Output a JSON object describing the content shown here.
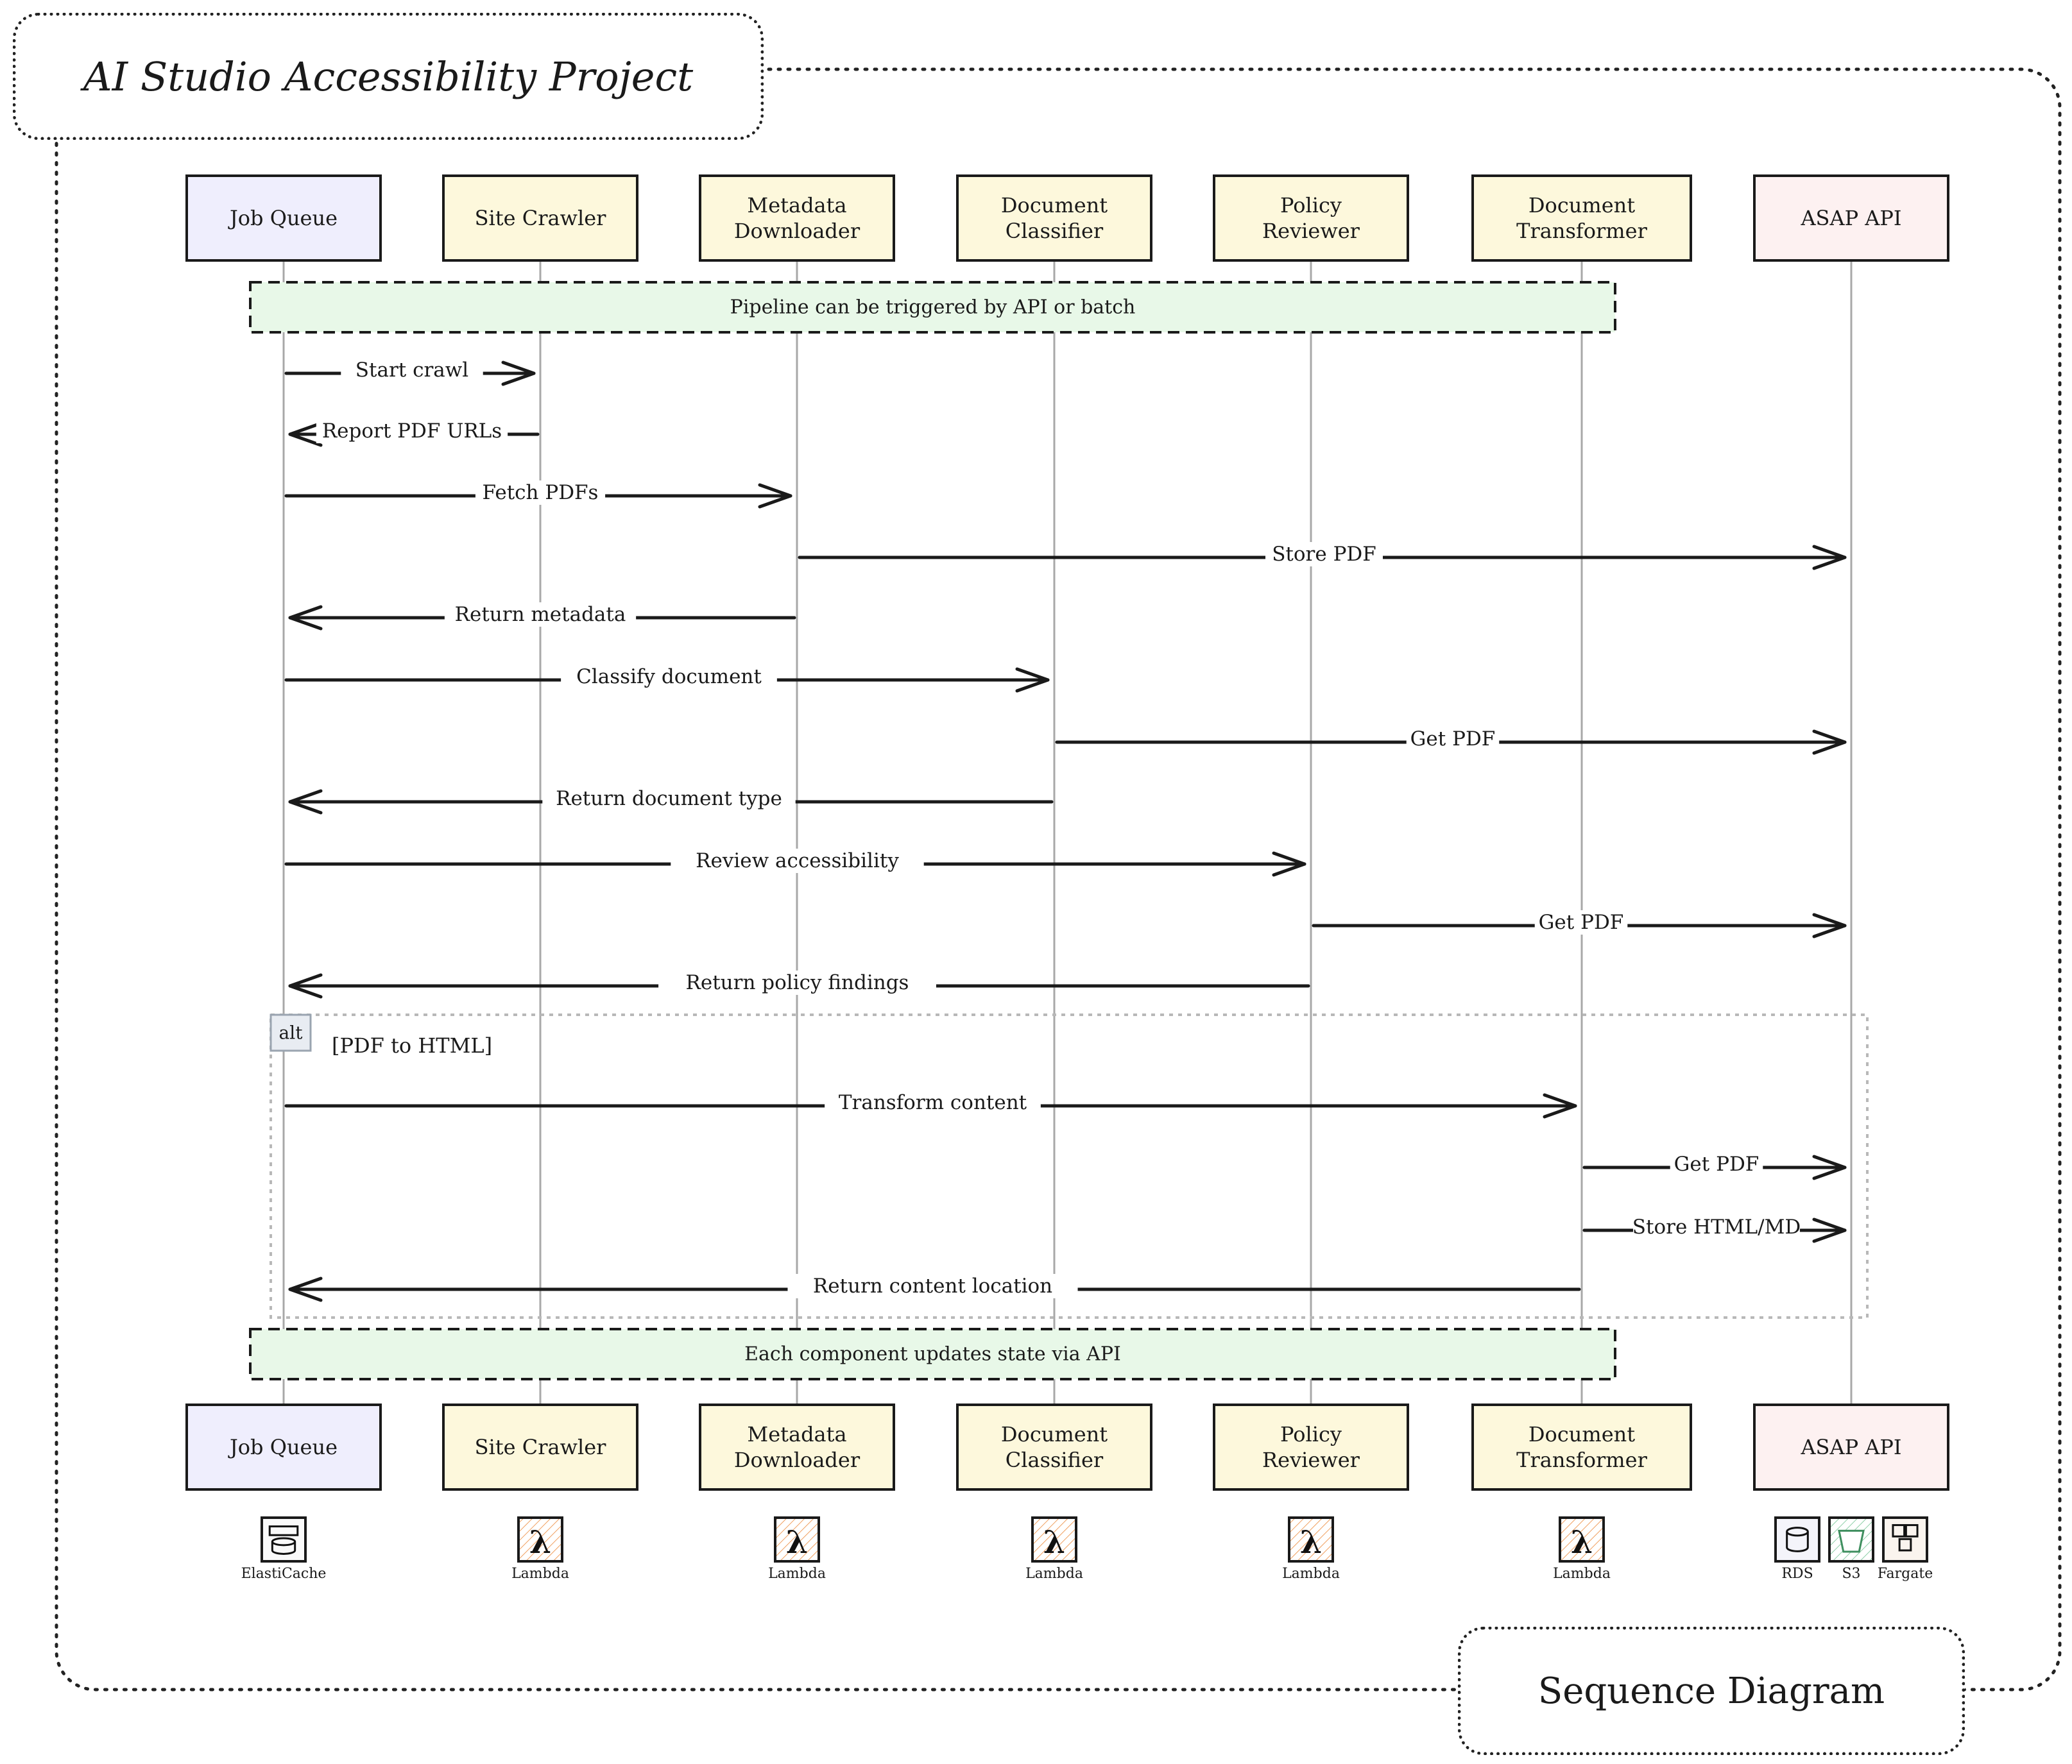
{
  "title": "AI Studio Accessibility Project",
  "subtitle": "Sequence Diagram",
  "colors": {
    "queue_fill": "#efeefd",
    "lambda_fill": "#fdf8dc",
    "api_fill": "#fdf1f1",
    "note_fill": "#e8f8e8",
    "ink": "#1a1a1a",
    "lifeline": "#a8a8a8",
    "lambda_icon": "#f0a060",
    "s3_icon": "#3f8f5f"
  },
  "participants": [
    {
      "id": "job_queue",
      "lines": [
        "Job Queue"
      ],
      "kind": "queue"
    },
    {
      "id": "site_crawler",
      "lines": [
        "Site Crawler"
      ],
      "kind": "lambda"
    },
    {
      "id": "metadata_downloader",
      "lines": [
        "Metadata",
        "Downloader"
      ],
      "kind": "lambda"
    },
    {
      "id": "document_classifier",
      "lines": [
        "Document",
        "Classifier"
      ],
      "kind": "lambda"
    },
    {
      "id": "policy_reviewer",
      "lines": [
        "Policy",
        "Reviewer"
      ],
      "kind": "lambda"
    },
    {
      "id": "document_transformer",
      "lines": [
        "Document",
        "Transformer"
      ],
      "kind": "lambda"
    },
    {
      "id": "asap_api",
      "lines": [
        "ASAP API"
      ],
      "kind": "api"
    }
  ],
  "notes": [
    {
      "text": "Pipeline can be triggered by API or batch",
      "from": 0,
      "to": 5,
      "after_message": -1
    },
    {
      "text": "Each component updates state via API",
      "from": 0,
      "to": 5,
      "after_message": 14
    }
  ],
  "messages": [
    {
      "from": 0,
      "to": 1,
      "label": "Start crawl"
    },
    {
      "from": 1,
      "to": 0,
      "label": "Report PDF URLs"
    },
    {
      "from": 0,
      "to": 2,
      "label": "Fetch PDFs"
    },
    {
      "from": 2,
      "to": 6,
      "label": "Store PDF"
    },
    {
      "from": 2,
      "to": 0,
      "label": "Return metadata"
    },
    {
      "from": 0,
      "to": 3,
      "label": "Classify document"
    },
    {
      "from": 3,
      "to": 6,
      "label": "Get PDF"
    },
    {
      "from": 3,
      "to": 0,
      "label": "Return document type"
    },
    {
      "from": 0,
      "to": 4,
      "label": "Review accessibility"
    },
    {
      "from": 4,
      "to": 6,
      "label": "Get PDF"
    },
    {
      "from": 4,
      "to": 0,
      "label": "Return policy findings"
    },
    {
      "from": 0,
      "to": 5,
      "label": "Transform content"
    },
    {
      "from": 5,
      "to": 6,
      "label": "Get PDF"
    },
    {
      "from": 5,
      "to": 6,
      "label": "Store HTML/MD"
    },
    {
      "from": 5,
      "to": 0,
      "label": "Return content location"
    }
  ],
  "fragment": {
    "operator": "alt",
    "condition": "[PDF to HTML]",
    "first_message": 11,
    "last_message": 14
  },
  "icons": [
    {
      "participant": 0,
      "items": [
        {
          "name": "elasticache-icon",
          "label": "ElastiCache"
        }
      ]
    },
    {
      "participant": 1,
      "items": [
        {
          "name": "lambda-icon",
          "label": "Lambda"
        }
      ]
    },
    {
      "participant": 2,
      "items": [
        {
          "name": "lambda-icon",
          "label": "Lambda"
        }
      ]
    },
    {
      "participant": 3,
      "items": [
        {
          "name": "lambda-icon",
          "label": "Lambda"
        }
      ]
    },
    {
      "participant": 4,
      "items": [
        {
          "name": "lambda-icon",
          "label": "Lambda"
        }
      ]
    },
    {
      "participant": 5,
      "items": [
        {
          "name": "lambda-icon",
          "label": "Lambda"
        }
      ]
    },
    {
      "participant": 6,
      "items": [
        {
          "name": "rds-icon",
          "label": "RDS"
        },
        {
          "name": "s3-icon",
          "label": "S3"
        },
        {
          "name": "fargate-icon",
          "label": "Fargate"
        }
      ]
    }
  ]
}
